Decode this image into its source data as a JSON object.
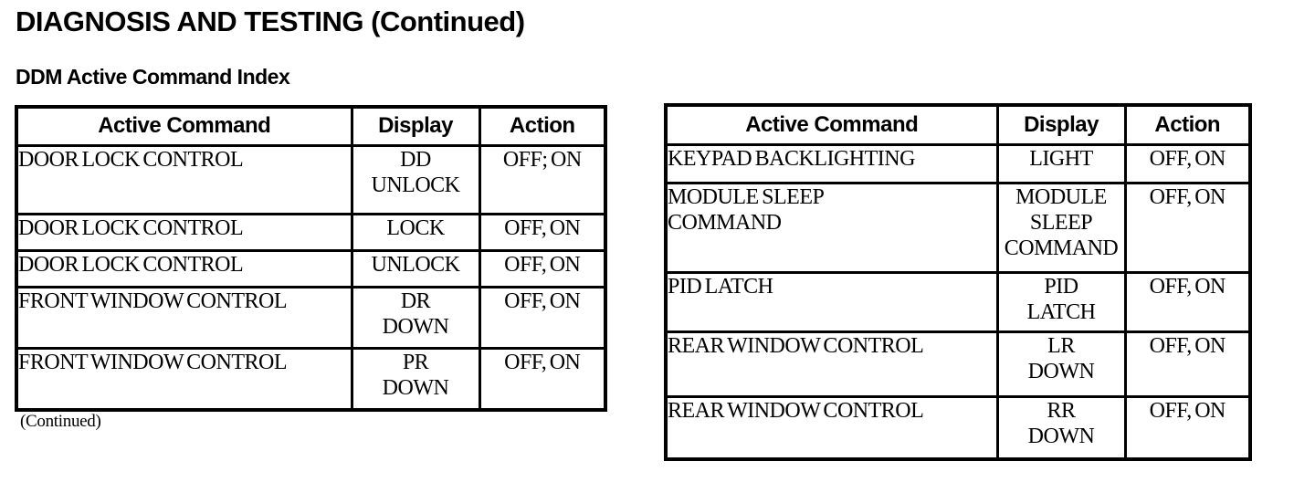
{
  "page": {
    "title": "DIAGNOSIS AND TESTING (Continued)",
    "subtitle": "DDM Active Command Index",
    "continued_note": "(Continued)"
  },
  "columns": {
    "command": "Active Command",
    "display": "Display",
    "action": "Action"
  },
  "left_table": {
    "rows": [
      {
        "command": "DOOR LOCK CONTROL",
        "display": "DD\nUNLOCK",
        "action": "OFF; ON"
      },
      {
        "command": "DOOR LOCK CONTROL",
        "display": "LOCK",
        "action": "OFF, ON"
      },
      {
        "command": "DOOR LOCK CONTROL",
        "display": "UNLOCK",
        "action": "OFF, ON"
      },
      {
        "command": "FRONT WINDOW CONTROL",
        "display": "DR\nDOWN",
        "action": "OFF, ON"
      },
      {
        "command": "FRONT WINDOW CONTROL",
        "display": "PR\nDOWN",
        "action": "OFF, ON"
      }
    ]
  },
  "right_table": {
    "rows": [
      {
        "command": "KEYPAD BACKLIGHTING",
        "display": "LIGHT",
        "action": "OFF, ON"
      },
      {
        "command": "MODULE SLEEP\nCOMMAND",
        "display": "MODULE\nSLEEP\nCOMMAND",
        "action": "OFF, ON"
      },
      {
        "command": "PID LATCH",
        "display": "PID\nLATCH",
        "action": "OFF, ON"
      },
      {
        "command": "REAR WINDOW CONTROL",
        "display": "LR\nDOWN",
        "action": "OFF, ON"
      },
      {
        "command": "REAR WINDOW CONTROL",
        "display": "RR\nDOWN",
        "action": "OFF, ON"
      }
    ]
  }
}
